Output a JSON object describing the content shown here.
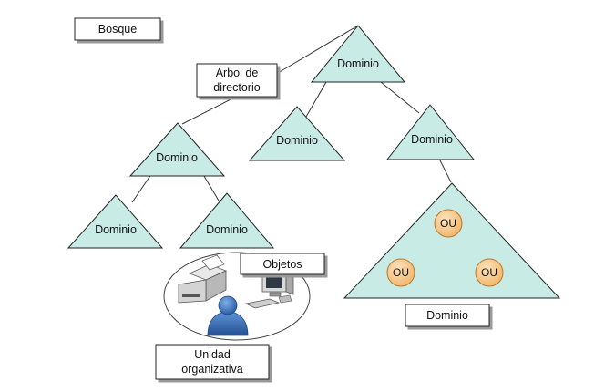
{
  "labels": {
    "forest": "Bosque",
    "directory_tree": [
      "Árbol de",
      "directorio"
    ],
    "root_domain": "Dominio",
    "domain_middle": "Dominio",
    "domain_right": "Dominio",
    "domain_left": "Dominio",
    "domain_left_child_1": "Dominio",
    "domain_left_child_2": "Dominio",
    "objects": "Objetos",
    "organizational_unit": [
      "Unidad",
      "organizativa"
    ],
    "large_domain_caption": "Dominio",
    "ou_top": "OU",
    "ou_left": "OU",
    "ou_right": "OU"
  },
  "colors": {
    "triangle_fill": "#c8ebe6",
    "triangle_stroke": "#222222",
    "ou_fill": "#f7c98e",
    "ou_stroke": "#b87a2a",
    "line": "#333333",
    "box_border": "#222222",
    "user_icon": "#3a70c0"
  }
}
